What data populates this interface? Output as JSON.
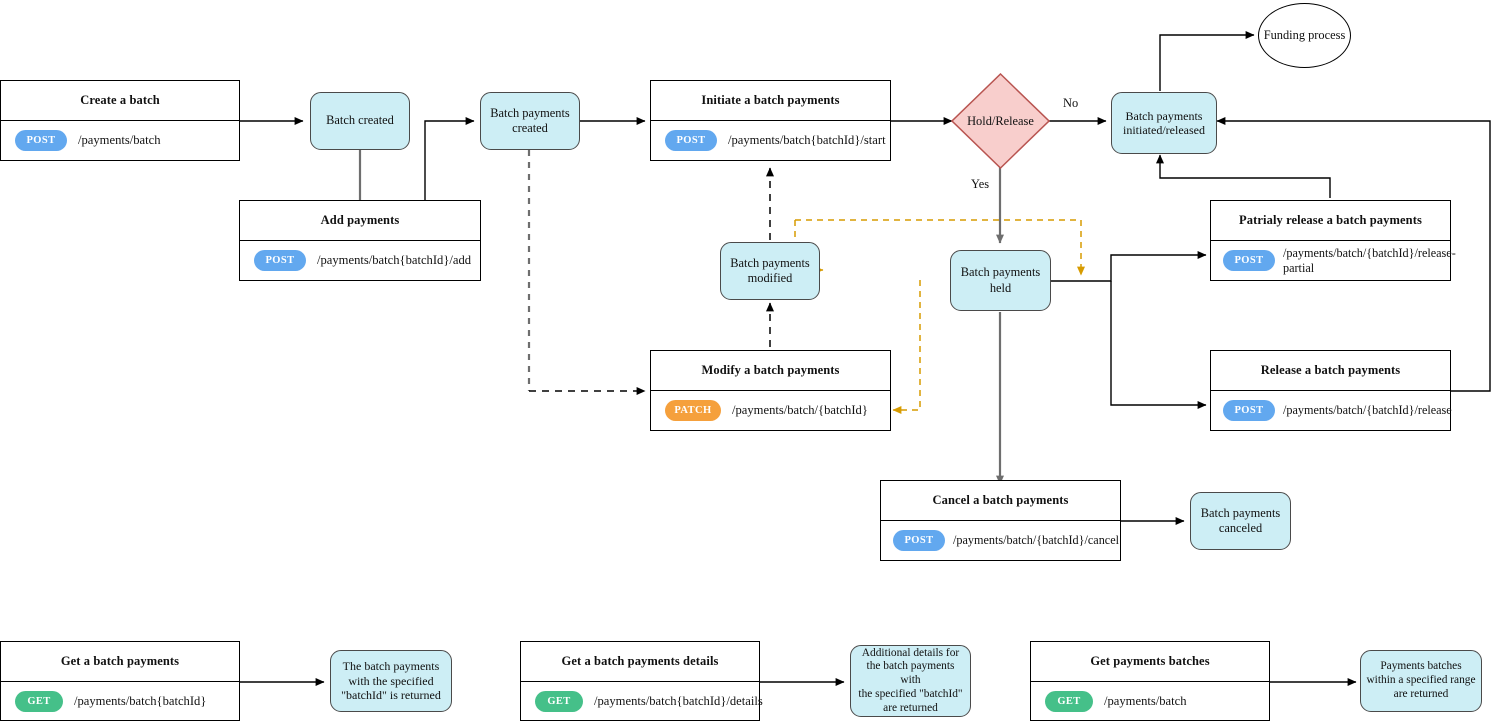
{
  "diagram": {
    "title": "Batch payments API flow",
    "colors": {
      "state_fill": "#cdeef5",
      "state_stroke": "#4a4a4a",
      "decision_fill": "#f8cecc",
      "decision_stroke": "#b85450",
      "verb_post": "#62a8ef",
      "verb_patch": "#f5a03c",
      "verb_get": "#45c089",
      "edge_black": "#000000",
      "edge_gray": "#6e6e6e",
      "edge_orange": "#d79b00"
    }
  },
  "api_nodes": {
    "create_batch": {
      "title": "Create a batch",
      "verb": "POST",
      "path": "/payments/batch"
    },
    "add_payments": {
      "title": "Add payments",
      "verb": "POST",
      "path": "/payments/batch{batchId}/add"
    },
    "initiate_batch": {
      "title": "Initiate a batch payments",
      "verb": "POST",
      "path": "/payments/batch{batchId}/start"
    },
    "modify_batch": {
      "title": "Modify a batch payments",
      "verb": "PATCH",
      "path": "/payments/batch/{batchId}"
    },
    "partial_release": {
      "title": "Patrialy release a batch payments",
      "verb": "POST",
      "path": "/payments/batch/{batchId}/release-partial"
    },
    "release_batch": {
      "title": "Release a batch payments",
      "verb": "POST",
      "path": "/payments/batch/{batchId}/release"
    },
    "cancel_batch": {
      "title": "Cancel a batch payments",
      "verb": "POST",
      "path": "/payments/batch/{batchId}/cancel"
    },
    "get_batch": {
      "title": "Get a batch payments",
      "verb": "GET",
      "path": "/payments/batch{batchId}"
    },
    "get_details": {
      "title": "Get a batch payments details",
      "verb": "GET",
      "path": "/payments/batch{batchId}/details"
    },
    "get_batches": {
      "title": "Get payments batches",
      "verb": "GET",
      "path": "/payments/batch"
    }
  },
  "state_nodes": {
    "batch_created": "Batch created",
    "payments_created": "Batch payments\ncreated",
    "payments_modified": "Batch payments\nmodified",
    "payments_held": "Batch payments\nheld",
    "payments_released": "Batch payments\ninitiated/released",
    "payments_canceled": "Batch payments\ncanceled",
    "get_batch_result": "The batch payments\nwith the specified\n\"batchId\" is returned",
    "get_details_result": "Additional details for\nthe batch payments with\nthe specified \"batchId\"\nare returned",
    "get_batches_result": "Payments batches\nwithin a specified range\nare returned"
  },
  "decision": {
    "label": "Hold/Release"
  },
  "terminator": {
    "label": "Funding process"
  },
  "edge_labels": {
    "no": "No",
    "yes": "Yes"
  }
}
